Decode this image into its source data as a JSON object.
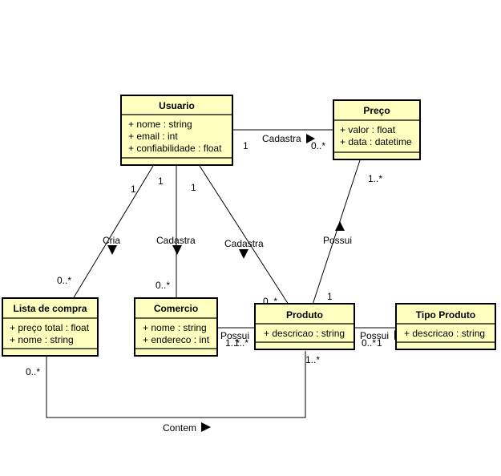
{
  "classes": {
    "usuario": {
      "name": "Usuario",
      "attrs": [
        "+ nome : string",
        "+ email : int",
        "+ confiabilidade : float"
      ]
    },
    "preco": {
      "name": "Preço",
      "attrs": [
        "+ valor : float",
        "+ data : datetime"
      ]
    },
    "lista": {
      "name": "Lista de compra",
      "attrs": [
        "+ preço total : float",
        "+ nome : string"
      ]
    },
    "comercio": {
      "name": "Comercio",
      "attrs": [
        "+ nome : string",
        "+ endereco : int"
      ]
    },
    "produto": {
      "name": "Produto",
      "attrs": [
        "+ descricao : string"
      ]
    },
    "tipo": {
      "name": "Tipo Produto",
      "attrs": [
        "+ descricao : string"
      ]
    }
  },
  "associations": {
    "usuario_preco": {
      "name": "Cadastra",
      "mult_source": "1",
      "mult_target": "0..*"
    },
    "usuario_lista": {
      "name": "Cria",
      "mult_source": "1",
      "mult_target": "0..*"
    },
    "usuario_comercio": {
      "name": "Cadastra",
      "mult_source": "1",
      "mult_target": "0..*"
    },
    "usuario_produto": {
      "name": "Cadastra",
      "mult_source": "1",
      "mult_target": "0..*"
    },
    "preco_produto": {
      "name": "Possui",
      "mult_source": "1..*",
      "mult_target": "1"
    },
    "comercio_produto": {
      "name": "Possui",
      "mult_source": "1..*",
      "mult_target": "1..*"
    },
    "produto_tipo": {
      "name": "Possui",
      "mult_source": "0..*",
      "mult_target": "1"
    },
    "lista_produto": {
      "name": "Contem",
      "mult_source": "0..*",
      "mult_target": "1..*"
    }
  }
}
